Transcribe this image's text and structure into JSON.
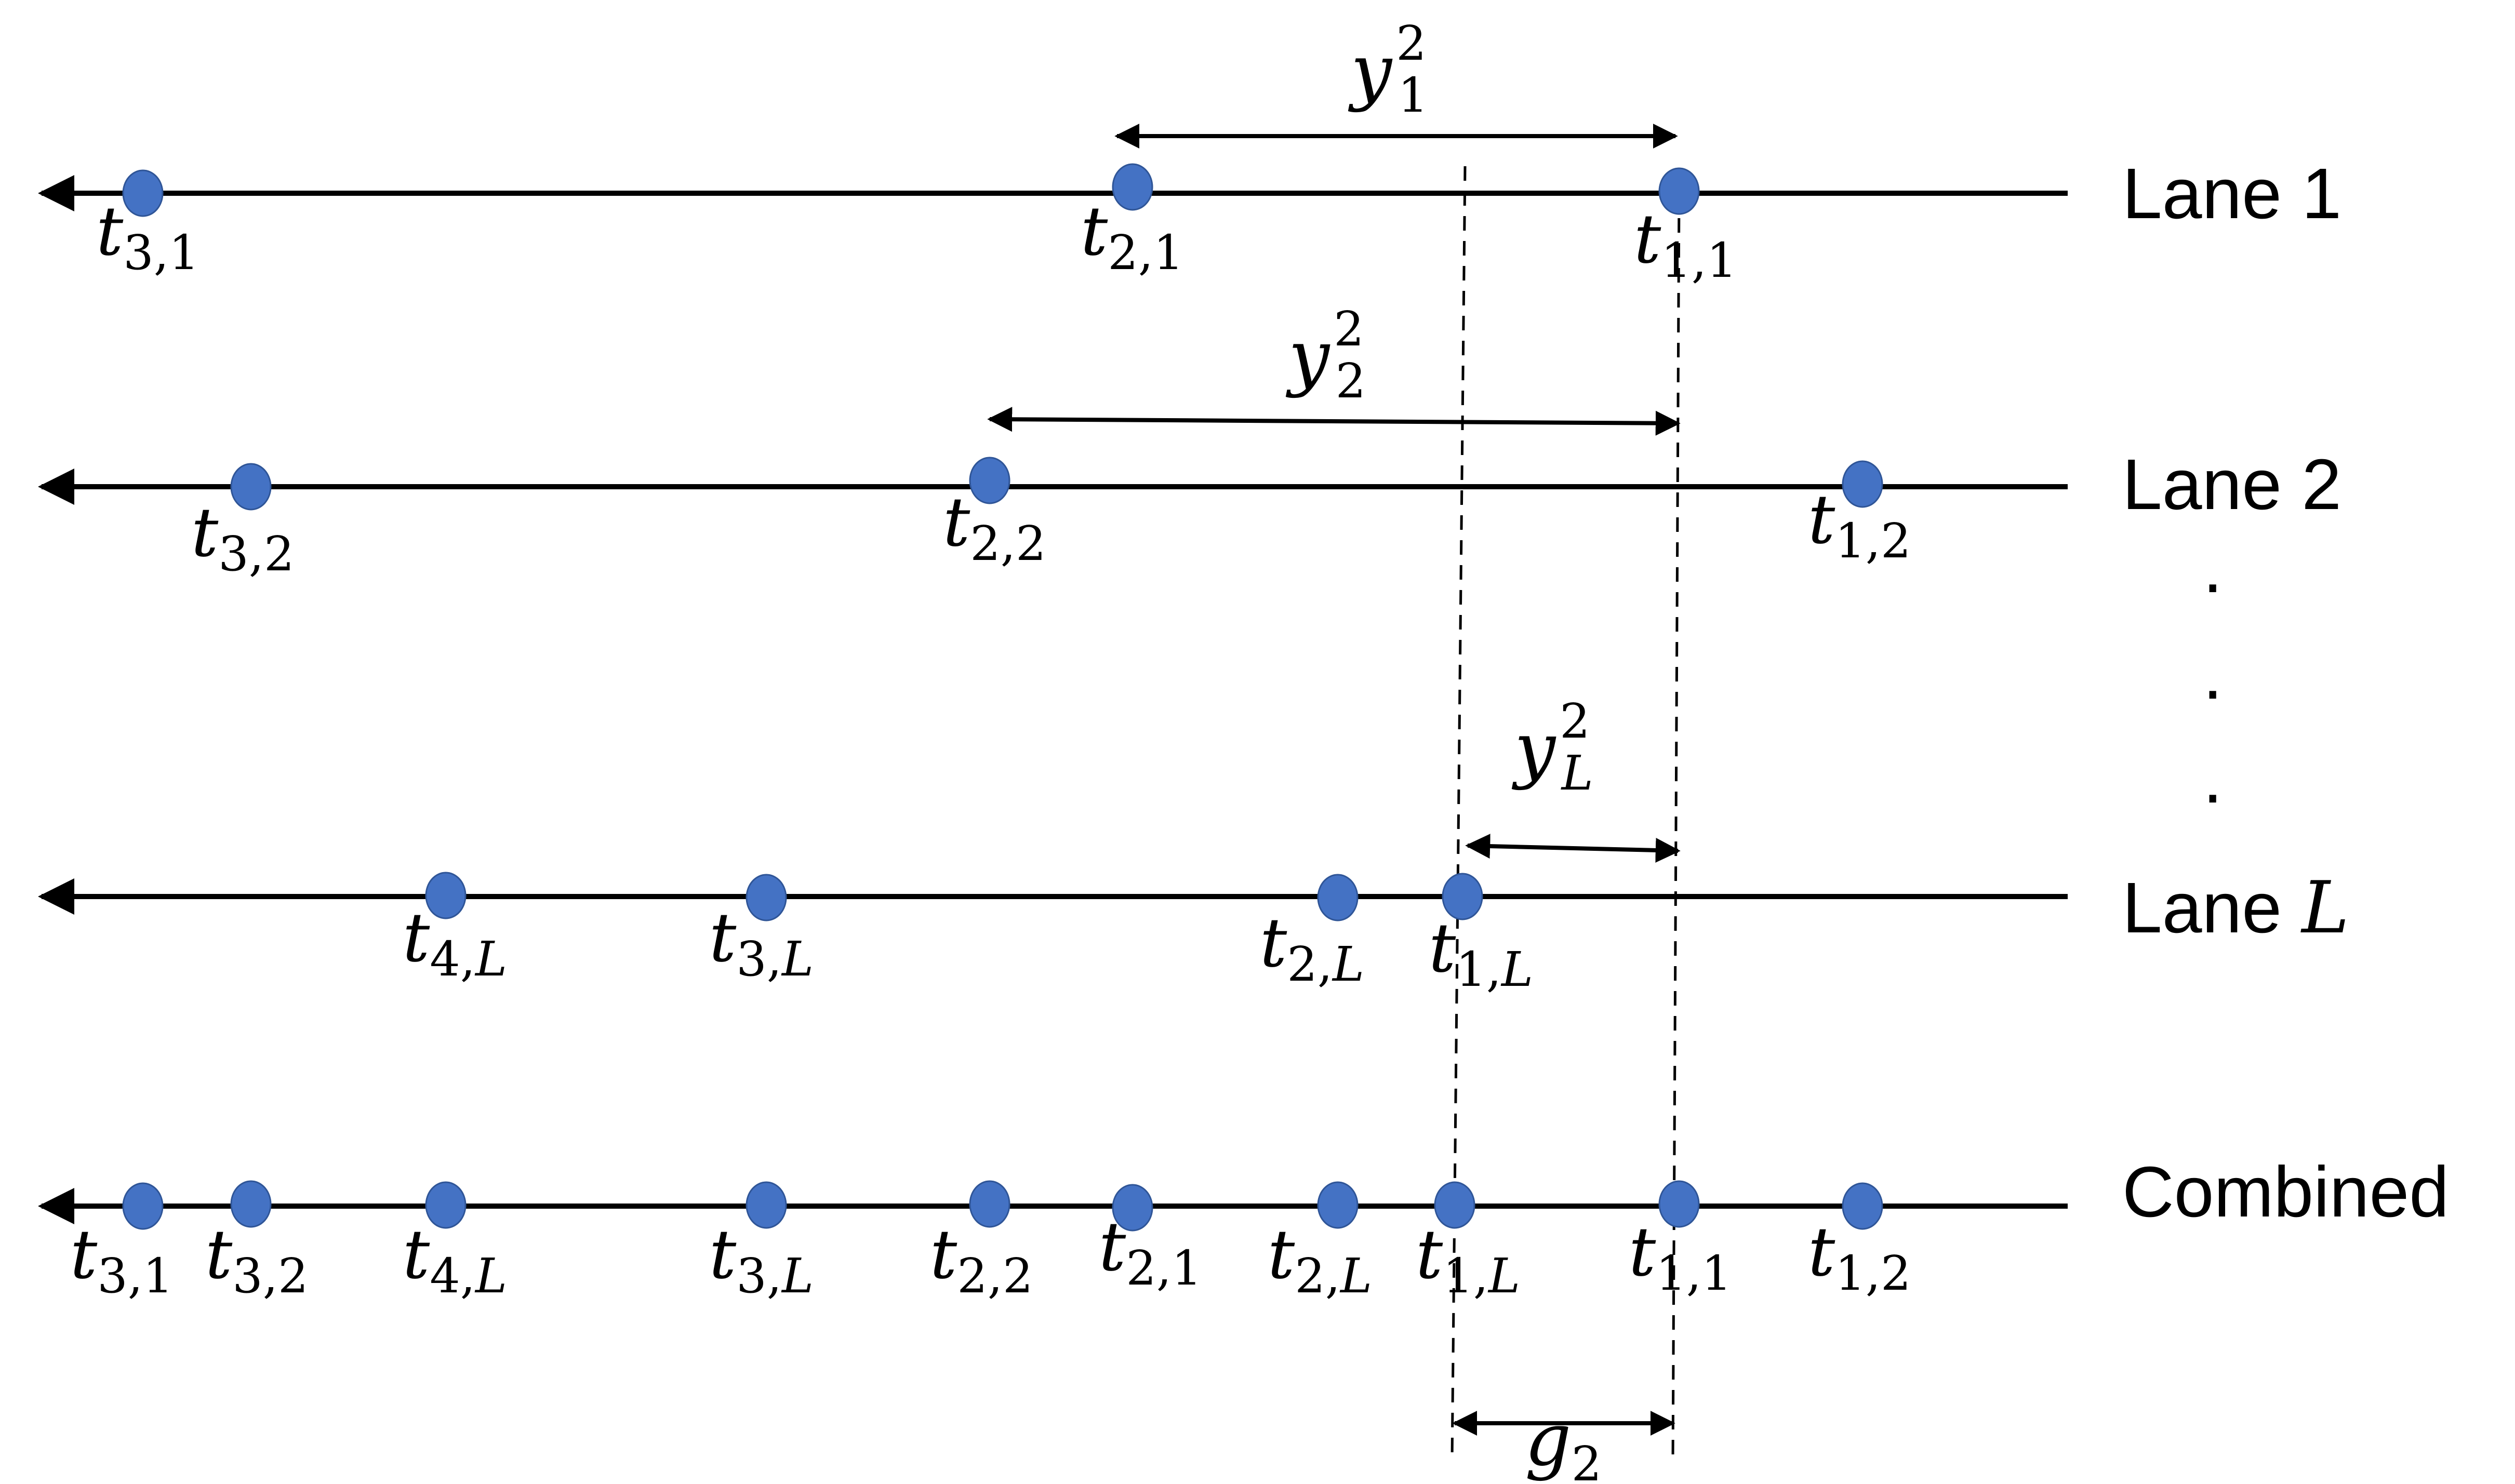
{
  "lanes": {
    "lane1": {
      "label": "Lane 1"
    },
    "lane2": {
      "label": "Lane 2"
    },
    "laneL": {
      "label_prefix": "Lane ",
      "label_var": "L"
    },
    "combined": {
      "label": "Combined"
    }
  },
  "ellipsis": ".",
  "points": {
    "lane1": [
      {
        "base": "t",
        "sub": "3,1"
      },
      {
        "base": "t",
        "sub": "2,1"
      },
      {
        "base": "t",
        "sub": "1,1"
      }
    ],
    "lane2": [
      {
        "base": "t",
        "sub": "3,2"
      },
      {
        "base": "t",
        "sub": "2,2"
      },
      {
        "base": "t",
        "sub": "1,2"
      }
    ],
    "laneL": [
      {
        "base": "t",
        "sub": "4,",
        "sub_var": "L"
      },
      {
        "base": "t",
        "sub": "3,",
        "sub_var": "L"
      },
      {
        "base": "t",
        "sub": "2,",
        "sub_var": "L"
      },
      {
        "base": "t",
        "sub": "1,",
        "sub_var": "L"
      }
    ],
    "combined": [
      {
        "base": "t",
        "sub": "3,1"
      },
      {
        "base": "t",
        "sub": "3,2"
      },
      {
        "base": "t",
        "sub": "4,",
        "sub_var": "L"
      },
      {
        "base": "t",
        "sub": "3,",
        "sub_var": "L"
      },
      {
        "base": "t",
        "sub": "2,2"
      },
      {
        "base": "t",
        "sub": "2,1"
      },
      {
        "base": "t",
        "sub": "2,",
        "sub_var": "L"
      },
      {
        "base": "t",
        "sub": "1,",
        "sub_var": "L"
      },
      {
        "base": "t",
        "sub": "1,1"
      },
      {
        "base": "t",
        "sub": "1,2"
      }
    ]
  },
  "intervals": {
    "y1": {
      "base": "y",
      "sup": "2",
      "sub": "1"
    },
    "y2": {
      "base": "y",
      "sup": "2",
      "sub": "2"
    },
    "yL": {
      "base": "y",
      "sup": "2",
      "sub": "L"
    },
    "g2": {
      "base": "g",
      "sub": "2"
    }
  }
}
